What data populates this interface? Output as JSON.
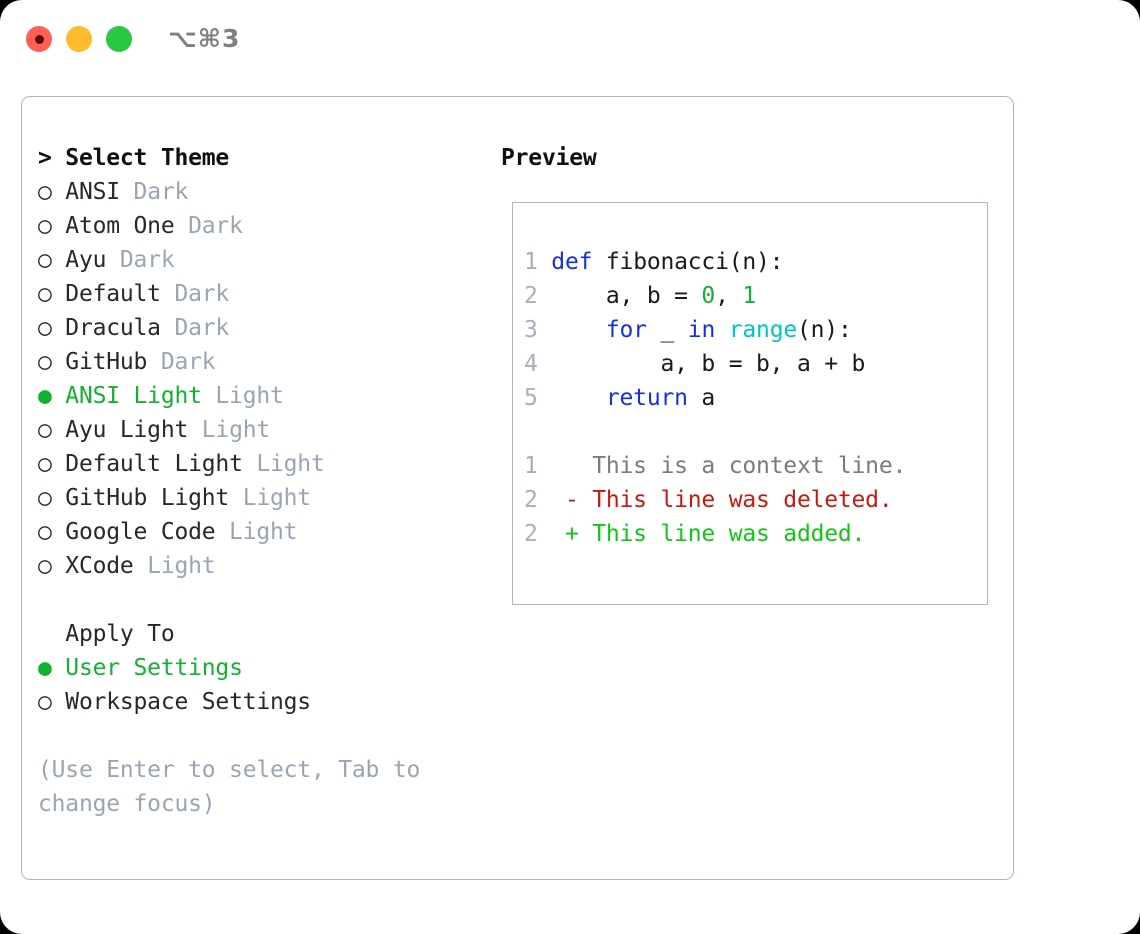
{
  "window": {
    "title_shortcut": "⌥⌘3",
    "traffic_lights": [
      {
        "name": "close-button",
        "color": "#ff5f57"
      },
      {
        "name": "minimize-button",
        "color": "#febc2e"
      },
      {
        "name": "maximize-button",
        "color": "#28c840"
      }
    ]
  },
  "theme_picker": {
    "header": "> Select Theme",
    "items": [
      {
        "bullet": "○",
        "name": "ANSI",
        "category": "Dark",
        "selected": false
      },
      {
        "bullet": "○",
        "name": "Atom One",
        "category": "Dark",
        "selected": false
      },
      {
        "bullet": "○",
        "name": "Ayu",
        "category": "Dark",
        "selected": false
      },
      {
        "bullet": "○",
        "name": "Default",
        "category": "Dark",
        "selected": false
      },
      {
        "bullet": "○",
        "name": "Dracula",
        "category": "Dark",
        "selected": false
      },
      {
        "bullet": "○",
        "name": "GitHub",
        "category": "Dark",
        "selected": false
      },
      {
        "bullet": "●",
        "name": "ANSI Light",
        "category": "Light",
        "selected": true
      },
      {
        "bullet": "○",
        "name": "Ayu Light",
        "category": "Light",
        "selected": false
      },
      {
        "bullet": "○",
        "name": "Default Light",
        "category": "Light",
        "selected": false
      },
      {
        "bullet": "○",
        "name": "GitHub Light",
        "category": "Light",
        "selected": false
      },
      {
        "bullet": "○",
        "name": "Google Code",
        "category": "Light",
        "selected": false
      },
      {
        "bullet": "○",
        "name": "XCode",
        "category": "Light",
        "selected": false
      }
    ]
  },
  "apply_to": {
    "header": "  Apply To",
    "items": [
      {
        "bullet": "●",
        "name": "User Settings",
        "selected": true
      },
      {
        "bullet": "○",
        "name": "Workspace Settings",
        "selected": false
      }
    ]
  },
  "hint": "(Use Enter to select, Tab to change focus)",
  "preview": {
    "header": "Preview",
    "code_lines": [
      {
        "number": "1",
        "tokens": [
          {
            "t": "def",
            "c": "kw"
          },
          {
            "t": " fibonacci(n):",
            "c": "plain"
          }
        ]
      },
      {
        "number": "2",
        "tokens": [
          {
            "t": "    a, b = ",
            "c": "plain"
          },
          {
            "t": "0",
            "c": "num"
          },
          {
            "t": ", ",
            "c": "plain"
          },
          {
            "t": "1",
            "c": "num"
          }
        ]
      },
      {
        "number": "3",
        "tokens": [
          {
            "t": "    ",
            "c": "plain"
          },
          {
            "t": "for",
            "c": "kw"
          },
          {
            "t": " _ ",
            "c": "plain"
          },
          {
            "t": "in",
            "c": "kw"
          },
          {
            "t": " ",
            "c": "plain"
          },
          {
            "t": "range",
            "c": "fn"
          },
          {
            "t": "(n):",
            "c": "plain"
          }
        ]
      },
      {
        "number": "4",
        "tokens": [
          {
            "t": "        a, b = b, a + b",
            "c": "plain"
          }
        ]
      },
      {
        "number": "5",
        "tokens": [
          {
            "t": "    ",
            "c": "plain"
          },
          {
            "t": "return",
            "c": "kw"
          },
          {
            "t": " a",
            "c": "plain"
          }
        ]
      }
    ],
    "diff_lines": [
      {
        "number": "1",
        "marker": "  ",
        "text": "This is a context line.",
        "kind": "ctx"
      },
      {
        "number": "2",
        "marker": "- ",
        "text": "This line was deleted.",
        "kind": "del"
      },
      {
        "number": "2",
        "marker": "+ ",
        "text": "This line was added.",
        "kind": "add"
      }
    ]
  },
  "colors": {
    "accent_green": "#13b132",
    "muted_grey": "#9aa5b4",
    "keyword_blue": "#1430e0",
    "function_cyan": "#00c4c4",
    "number_green": "#13b132",
    "diff_delete_red": "#c41a0f",
    "diff_add_green": "#13c516",
    "border": "#aeb7c4"
  }
}
